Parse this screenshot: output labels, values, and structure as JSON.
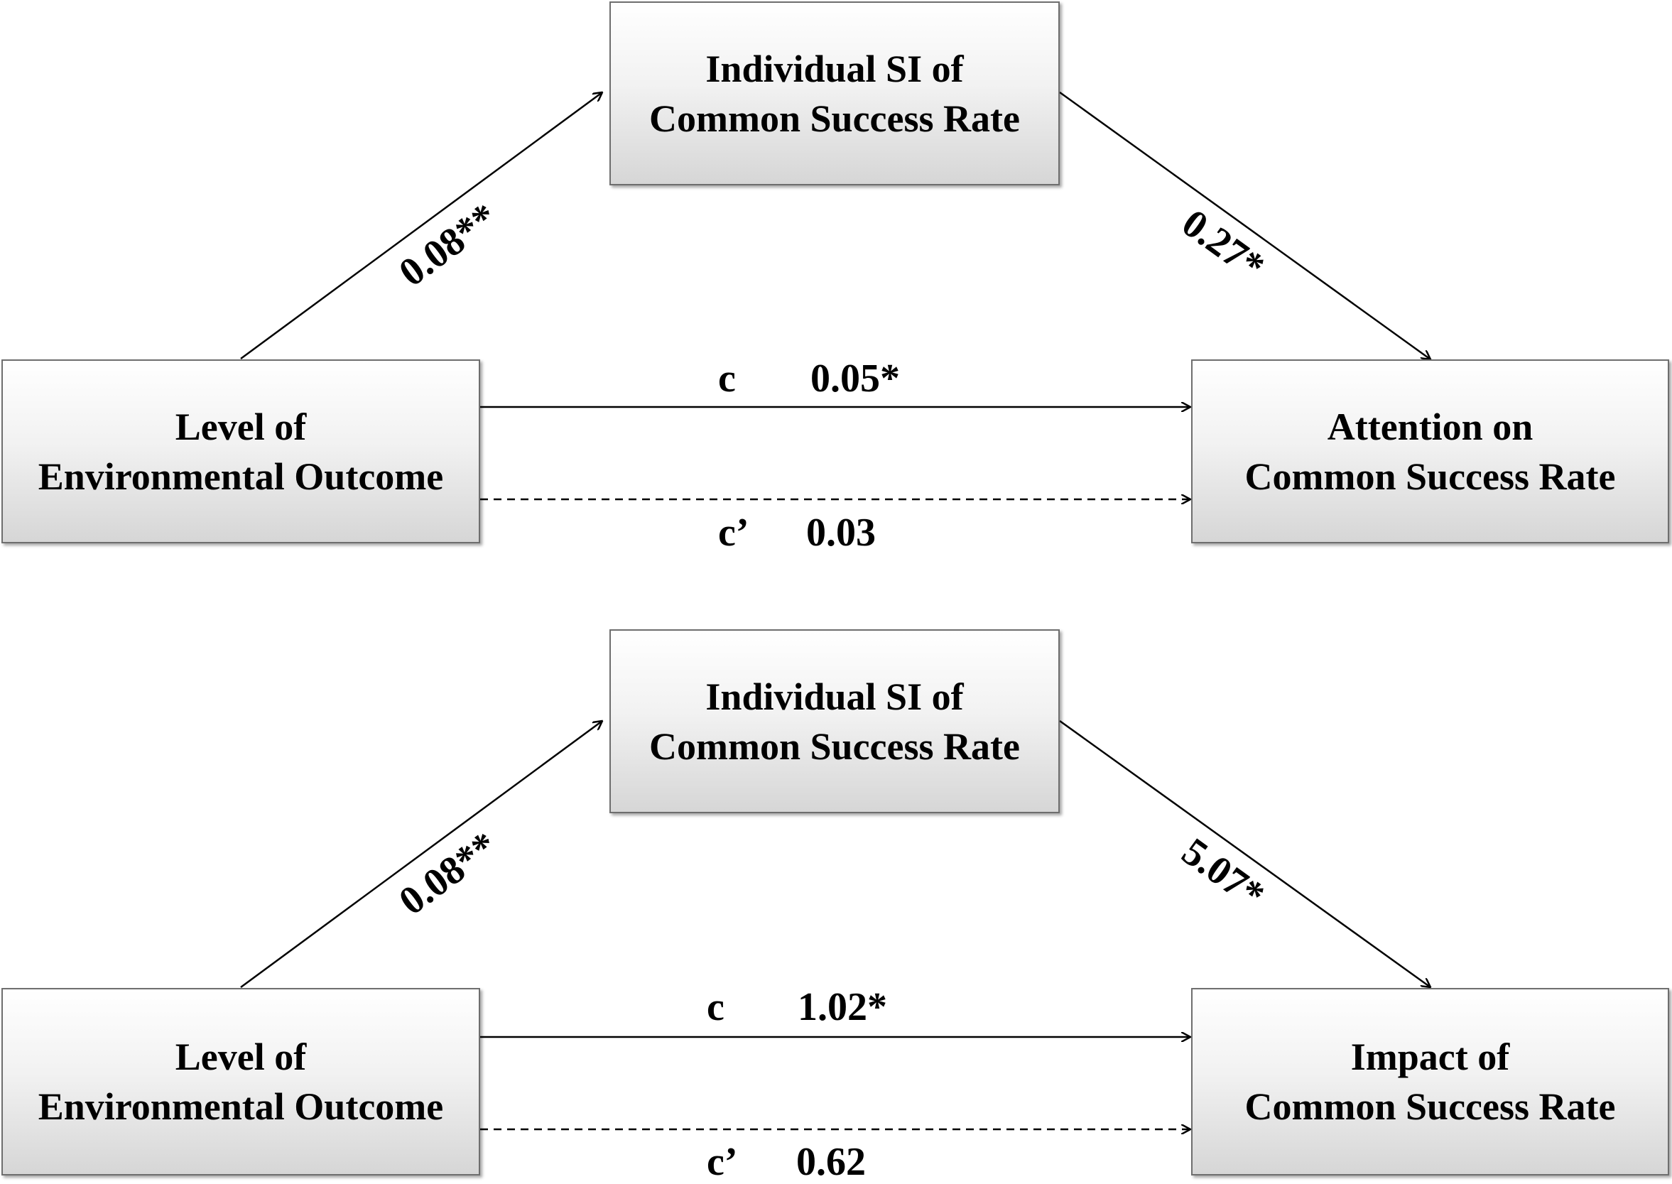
{
  "diagrams": [
    {
      "mediator": {
        "line1": "Individual SI of",
        "line2": "Common Success Rate"
      },
      "predictor": {
        "line1": "Level of",
        "line2": "Environmental Outcome"
      },
      "outcome": {
        "line1": "Attention on",
        "line2": "Common Success Rate"
      },
      "path_a": "0.08**",
      "path_b": "0.27*",
      "path_c": {
        "letter": "c",
        "value": "0.05*"
      },
      "path_c_prime": {
        "letter": "c’",
        "value": "0.03"
      }
    },
    {
      "mediator": {
        "line1": "Individual SI of",
        "line2": "Common Success Rate"
      },
      "predictor": {
        "line1": "Level of",
        "line2": "Environmental Outcome"
      },
      "outcome": {
        "line1": "Impact of",
        "line2": "Common Success Rate"
      },
      "path_a": "0.08**",
      "path_b": "5.07*",
      "path_c": {
        "letter": "c",
        "value": "1.02*"
      },
      "path_c_prime": {
        "letter": "c’",
        "value": "0.62"
      }
    }
  ]
}
